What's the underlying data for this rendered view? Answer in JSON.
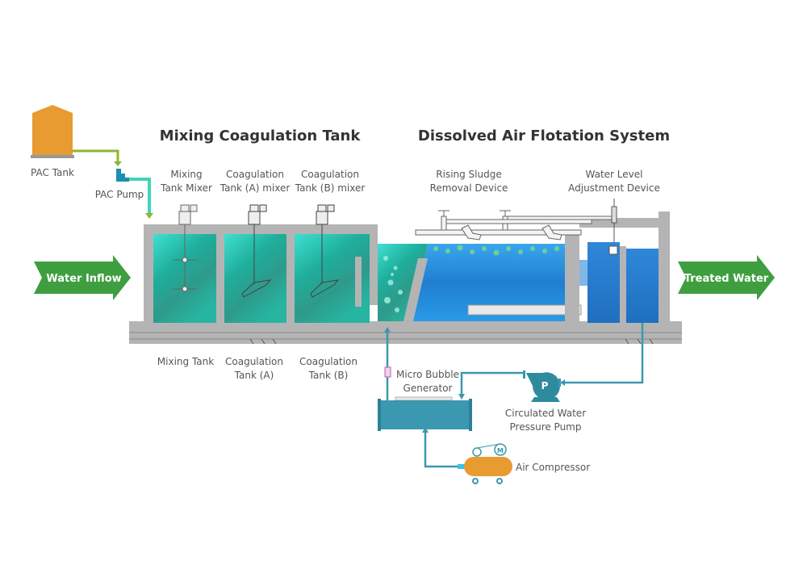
{
  "titles": {
    "mixing": "Mixing Coagulation Tank",
    "daf": "Dissolved Air Flotation System"
  },
  "labels": {
    "pac_tank": "PAC Tank",
    "pac_pump": "PAC Pump",
    "mixer1": [
      "Mixing",
      "Tank Mixer"
    ],
    "mixer2": [
      "Coagulation",
      "Tank (A) mixer"
    ],
    "mixer3": [
      "Coagulation",
      "Tank (B) mixer"
    ],
    "sludge": [
      "Rising Sludge",
      "Removal Device"
    ],
    "level": [
      "Water Level",
      "Adjustment Device"
    ],
    "tank1": [
      "Mixing Tank"
    ],
    "tank2": [
      "Coagulation",
      "Tank (A)"
    ],
    "tank3": [
      "Coagulation",
      "Tank (B)"
    ],
    "mbg": [
      "Micro Bubble",
      "Generator"
    ],
    "pump": [
      "Circulated Water",
      "Pressure Pump"
    ],
    "compressor": "Air Compressor",
    "pump_symbol": "P",
    "motor_symbol": "M"
  },
  "arrows": {
    "inflow": "Water Inflow",
    "outflow": "Treated Water"
  },
  "colors": {
    "arrow_green": "#3f9e3f",
    "tank_orange": "#e89b30",
    "pipe_teal": "#3a98b0",
    "pac_line": "#8ab830",
    "wall_gray": "#b4b4b4",
    "mix_water": "#2fb8a6",
    "daf_water": "#2a8fd8"
  }
}
